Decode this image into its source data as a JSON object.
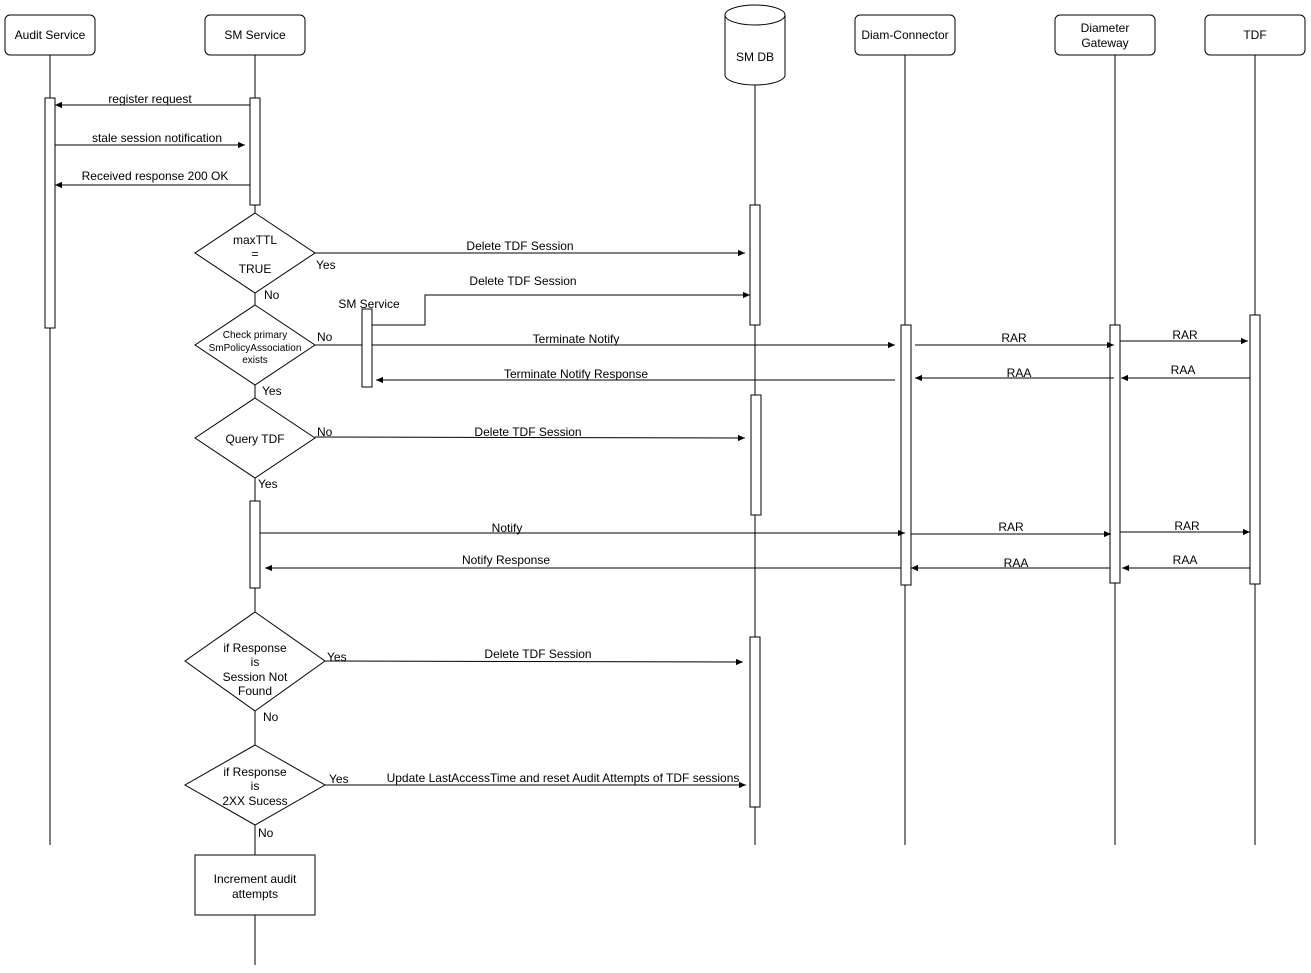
{
  "participants": {
    "audit": "Audit Service",
    "sm": "SM Service",
    "smdb": "SM DB",
    "diam": "Diam-Connector",
    "gw_line1": "Diameter",
    "gw_line2": "Gateway",
    "tdf": "TDF"
  },
  "messages": {
    "register": "register request",
    "stale": "stale session notification",
    "received": "Received response 200 OK",
    "delete1": "Delete TDF Session",
    "delete2": "Delete TDF Session",
    "terminate": "Terminate Notify",
    "terminate_resp": "Terminate Notify Response",
    "rar1": "RAR",
    "rar2": "RAR",
    "raa1": "RAA",
    "raa2": "RAA",
    "delete3": "Delete TDF Session",
    "notify": "Notify",
    "notify_resp": "Notify Response",
    "rar3": "RAR",
    "rar4": "RAR",
    "raa3": "RAA",
    "raa4": "RAA",
    "delete4": "Delete TDF Session",
    "update": "Update LastAccessTime and reset Audit Attempts of TDF sessions"
  },
  "decisions": {
    "d1": [
      "maxTTL",
      "=",
      "TRUE"
    ],
    "d2": [
      "Check primary",
      "SmPolicyAssociation",
      "exists"
    ],
    "d3": [
      "Query TDF"
    ],
    "d4": [
      "if Response",
      "is",
      "Session Not",
      "Found"
    ],
    "d5": [
      "if Response",
      "is",
      "2XX Sucess"
    ]
  },
  "branches": {
    "d1_yes": "Yes",
    "d1_no": "No",
    "d2_no": "No",
    "d2_yes": "Yes",
    "d3_no": "No",
    "d3_yes": "Yes",
    "d4_yes": "Yes",
    "d4_no": "No",
    "d5_yes": "Yes",
    "d5_no": "No"
  },
  "sm_service_inner": "SM Service",
  "process": {
    "line1": "Increment audit",
    "line2": "attempts"
  }
}
